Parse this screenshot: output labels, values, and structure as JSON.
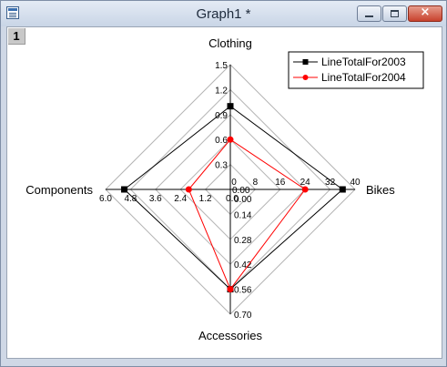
{
  "window": {
    "title": "Graph1 *",
    "controls": {
      "minimize": "minimize-icon",
      "maximize": "maximize-icon",
      "close": "×"
    }
  },
  "layer": {
    "number": "1"
  },
  "chart_data": {
    "type": "radar",
    "axes": [
      {
        "name": "Clothing",
        "min": 0,
        "max": 1.5,
        "ticks": [
          "0.00",
          "0.3",
          "0.6",
          "0.9",
          "1.2",
          "1.5"
        ]
      },
      {
        "name": "Bikes",
        "min": 0,
        "max": 40,
        "ticks": [
          "0",
          "8",
          "16",
          "24",
          "32",
          "40"
        ]
      },
      {
        "name": "Accessories",
        "min": 0,
        "max": 0.7,
        "ticks": [
          "0.00",
          "0.14",
          "0.28",
          "0.42",
          "0.56",
          "0.70"
        ]
      },
      {
        "name": "Components",
        "min": 0,
        "max": 6.0,
        "ticks": [
          "0.0",
          "1.2",
          "2.4",
          "3.6",
          "4.8",
          "6.0"
        ]
      }
    ],
    "series": [
      {
        "name": "LineTotalFor2003",
        "color": "#000000",
        "marker": "square",
        "values": [
          1.0,
          36,
          0.56,
          5.1
        ]
      },
      {
        "name": "LineTotalFor2004",
        "color": "#ff0000",
        "marker": "circle",
        "values": [
          0.6,
          24,
          0.56,
          2.0
        ]
      }
    ],
    "grid": true,
    "legend": "top-right"
  }
}
